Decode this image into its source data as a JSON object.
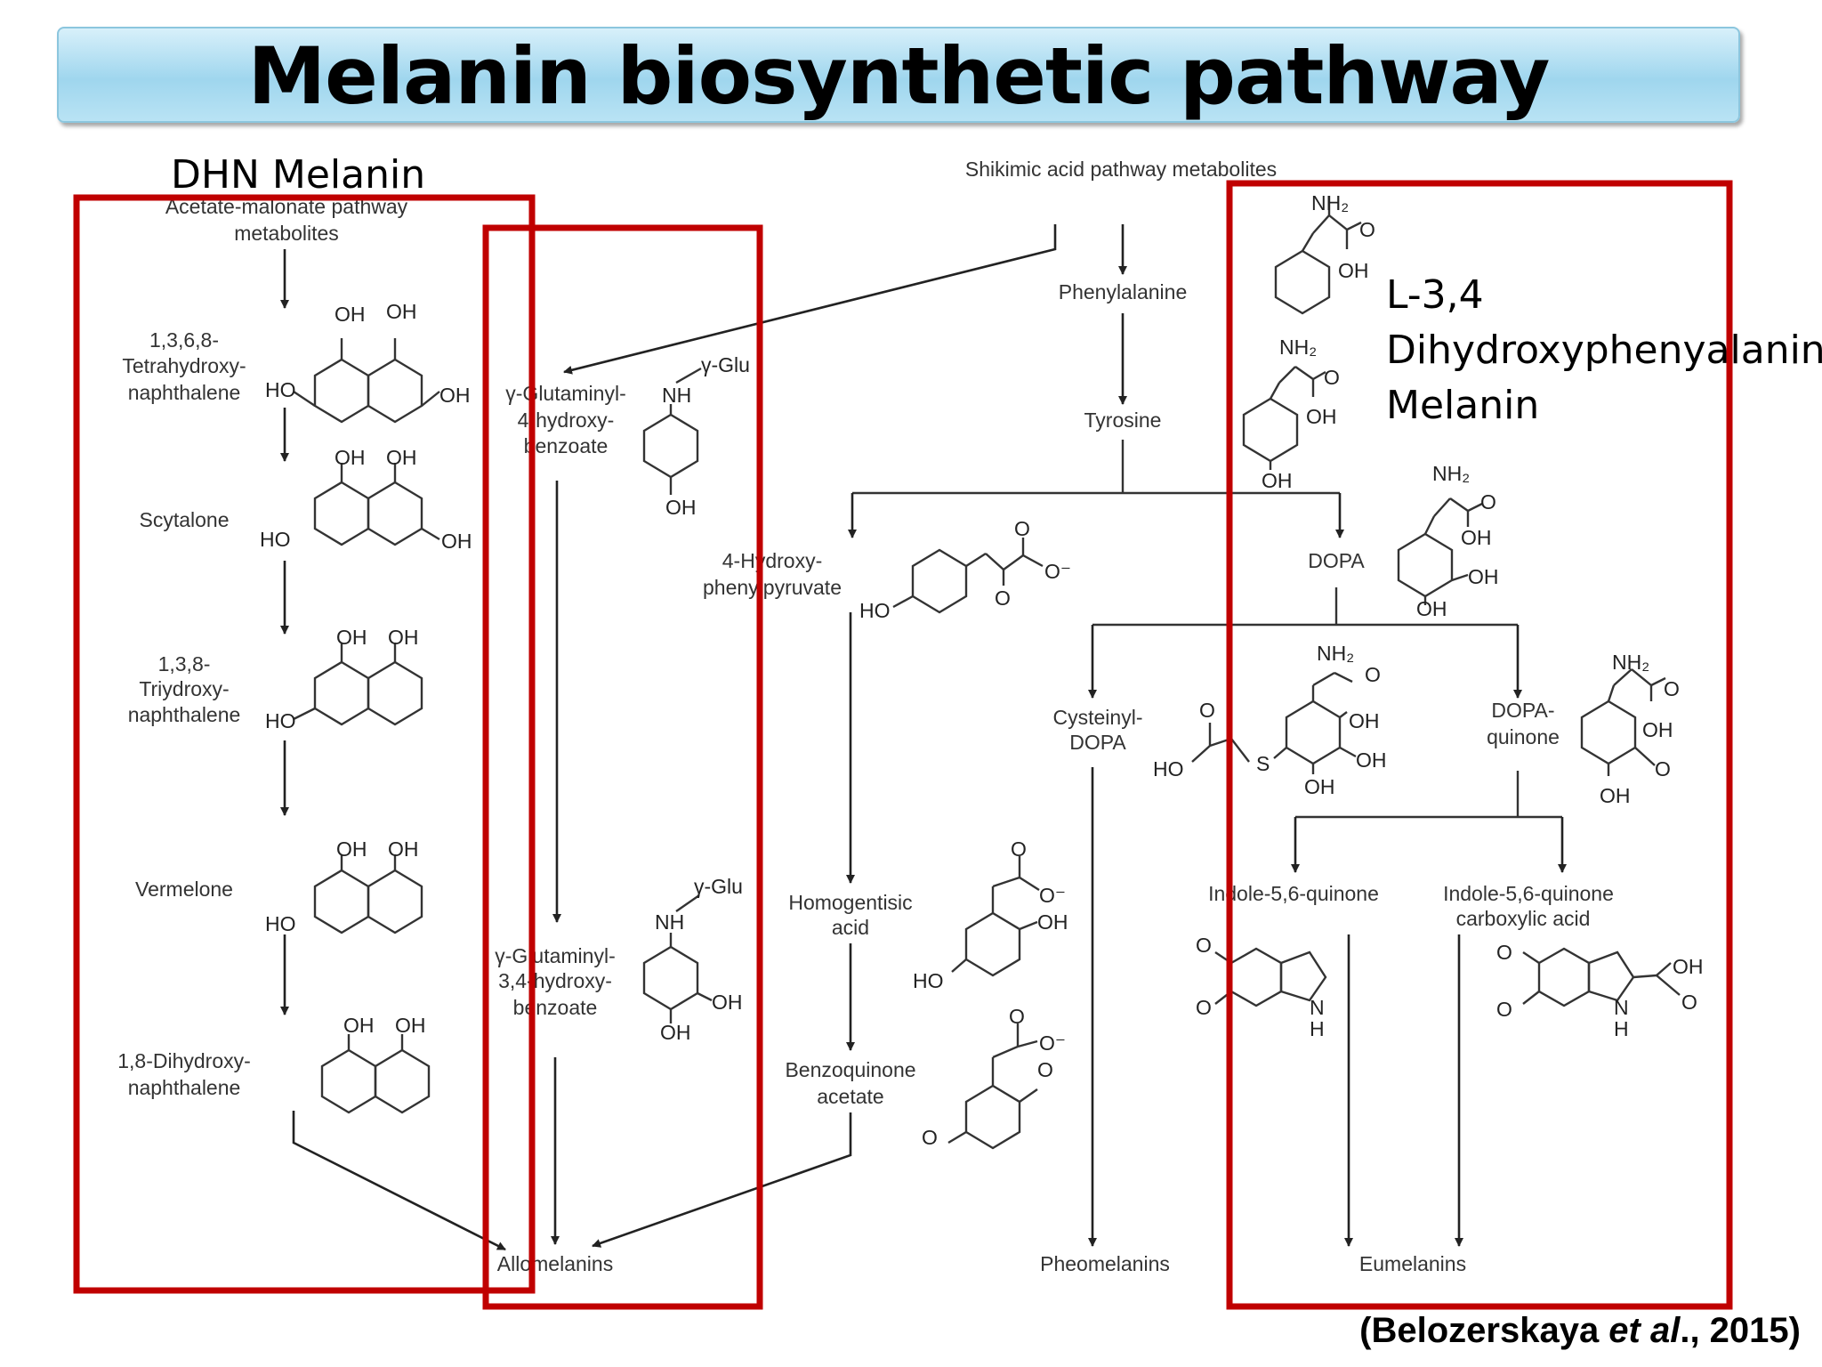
{
  "title": "Melanin biosynthetic pathway",
  "groups": {
    "dhn": "DHN Melanin",
    "ldopa": [
      "L-3,4",
      "Dihydroxyphenyalanine",
      "Melanin"
    ]
  },
  "citation": {
    "author": "(Belozerskaya ",
    "etal": "et al",
    "tail": "., 2015)"
  },
  "nodes": {
    "acetate": [
      "Acetate-malonate pathway",
      "metabolites"
    ],
    "tetrahydroxy": [
      "1,3,6,8-",
      "Tetrahydroxy-",
      "naphthalene"
    ],
    "scytalone": "Scytalone",
    "triydroxy": [
      "1,3,8-",
      "Triydroxy-",
      "naphthalene"
    ],
    "vermelone": "Vermelone",
    "dihydroxy": [
      "1,8-Dihydroxy-",
      "naphthalene"
    ],
    "glut4": [
      "γ-Glutaminyl-",
      "4-hydroxy-",
      "benzoate"
    ],
    "glut34": [
      "γ-Glutaminyl-",
      "3,4-hydroxy-",
      "benzoate"
    ],
    "allomelanins": "Allomelanins",
    "shikimic": "Shikimic acid pathway metabolites",
    "phenylalanine": "Phenylalanine",
    "tyrosine": "Tyrosine",
    "hpp": [
      "4-Hydroxy-",
      "phenylpyruvate"
    ],
    "homogentisic": [
      "Homogentisic",
      "acid"
    ],
    "benzoquinone": [
      "Benzoquinone",
      "acetate"
    ],
    "dopa": "DOPA",
    "cysdopa": [
      "Cysteinyl-",
      "DOPA"
    ],
    "dopaquinone": [
      "DOPA-",
      "quinone"
    ],
    "indole": "Indole-5,6-quinone",
    "indolecarb": [
      "Indole-5,6-quinone",
      "carboxylic acid"
    ],
    "pheomelanins": "Pheomelanins",
    "eumelanins": "Eumelanins"
  },
  "atoms": {
    "oh": "OH",
    "ho": "HO",
    "o": "O",
    "ominus": "O⁻",
    "nh": "NH",
    "n": "N",
    "h": "H",
    "s": "S",
    "nh2": "NH₂",
    "gglu": "γ-Glu"
  }
}
